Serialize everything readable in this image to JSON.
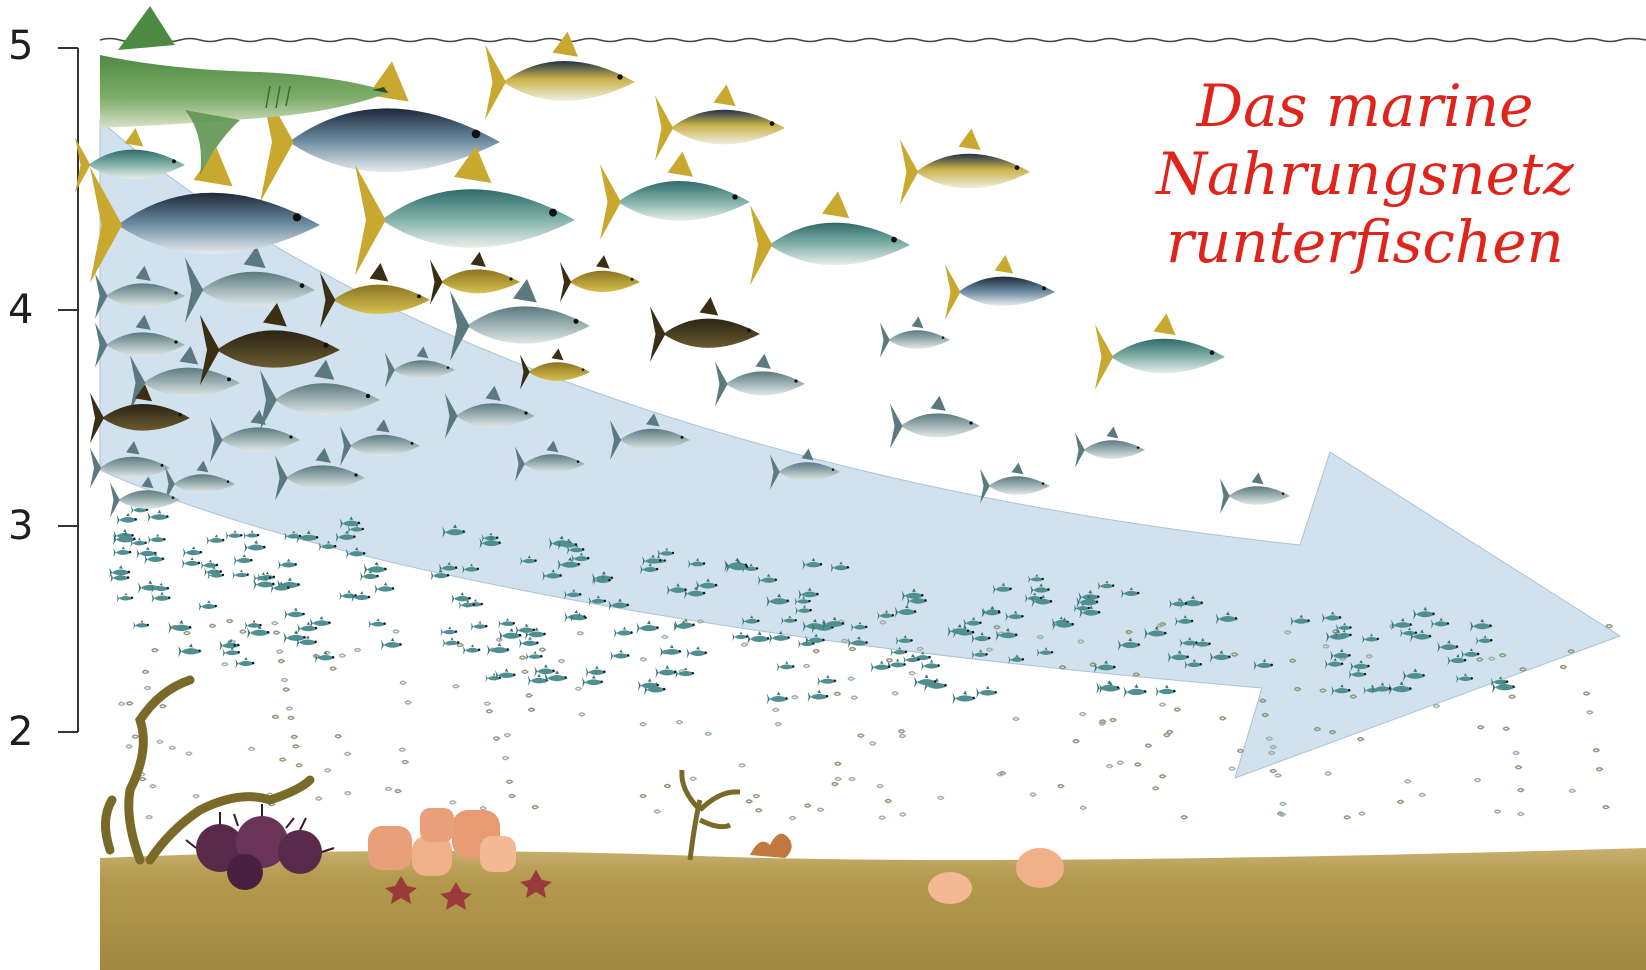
{
  "title": {
    "line1": "Das marine",
    "line2": "Nahrungsnetz",
    "line3": "runterfischen"
  },
  "axis": {
    "ticks": [
      "5",
      "4",
      "3",
      "2"
    ]
  },
  "colors": {
    "title_text": "#e0241b",
    "arrow_fill": "#c9dcea",
    "seabed": "#b39a4e",
    "water_surface_line": "#444444"
  },
  "illustration_elements": {
    "predator": "shark-icon",
    "large_fish": "tuna-icon",
    "reef_fish": "grouper-icon",
    "small_fish": "sardine-icon",
    "schools": "fish-school-icon",
    "plankton": "plankton-icon",
    "seabed": [
      "kelp-icon",
      "sea-urchin-icon",
      "sponge-icon",
      "starfish-icon",
      "coral-icon"
    ]
  }
}
